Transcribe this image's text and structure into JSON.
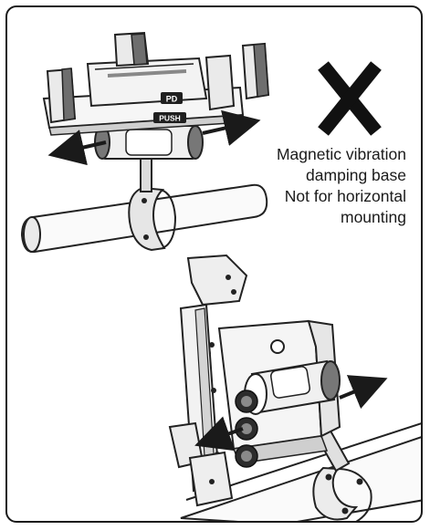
{
  "warning": {
    "symbol": "✕",
    "lines": [
      "Magnetic vibration",
      "damping base",
      "Not for horizontal",
      "mounting"
    ]
  },
  "labels": {
    "push": "PUSH",
    "pd": "PD"
  },
  "colors": {
    "ink": "#1a1a1a",
    "line": "#222222",
    "fill_light": "#f4f4f4",
    "fill_mid": "#d9d9d9",
    "fill_dark": "#6e6e6e",
    "background": "#ffffff"
  }
}
